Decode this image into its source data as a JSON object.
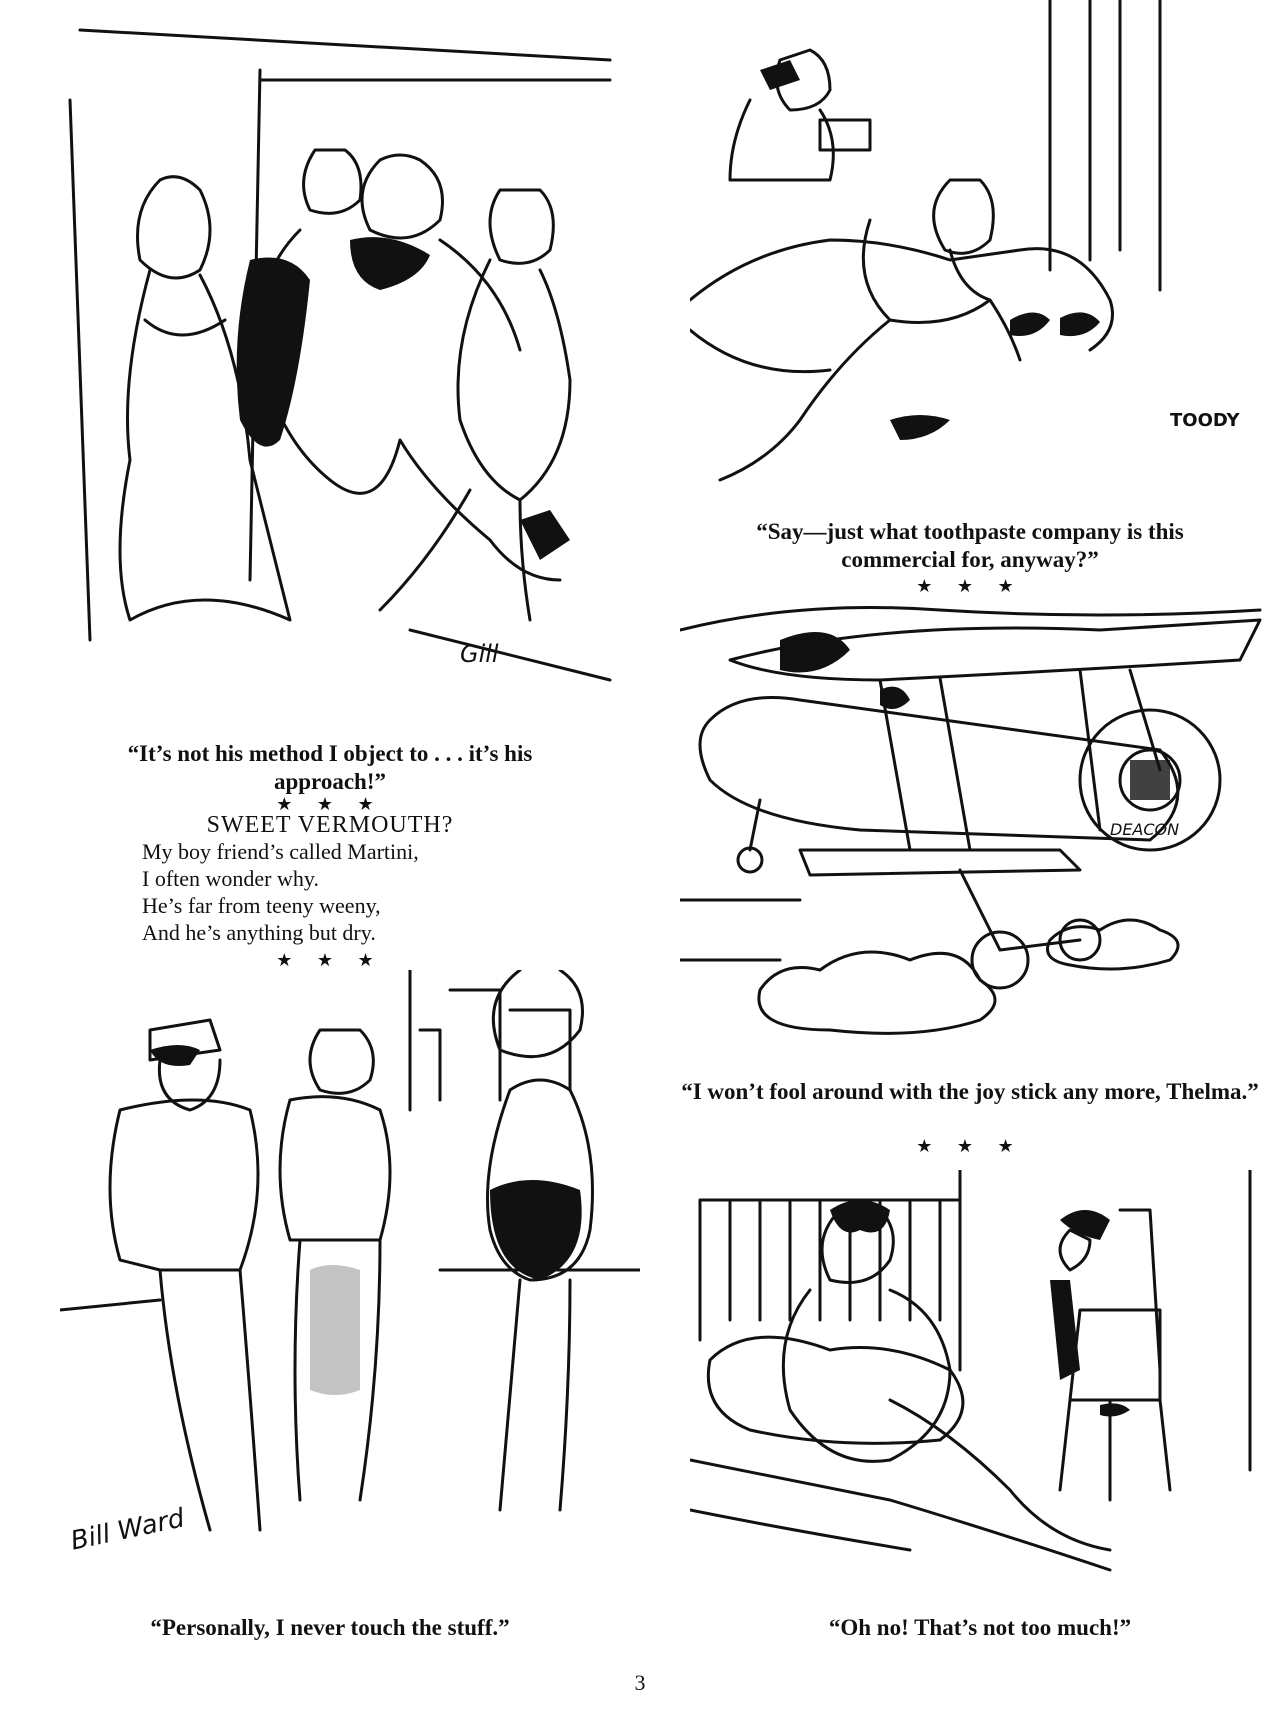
{
  "cartoons": [
    {
      "caption": "“It’s not his method I object to . . . it’s his approach!”",
      "signature": "Gill",
      "stars": "★ ★ ★"
    },
    {
      "caption": "“Say—just what toothpaste company is this commercial for, anyway?”",
      "signature": "TOODY",
      "stars": "★ ★ ★"
    },
    {
      "caption": "“I won’t fool around with the joy stick any more, Thelma.”",
      "signature": "DEACON",
      "stars": "★ ★ ★"
    },
    {
      "caption": "“Personally, I never touch the stuff.”",
      "signature": "Bill Ward"
    },
    {
      "caption": "“Oh no! That’s not too much!”"
    }
  ],
  "poem": {
    "title": "SWEET VERMOUTH?",
    "lines": [
      "My boy friend’s called Martini,",
      "I often wonder why.",
      "He’s far from teeny weeny,",
      "And he’s anything but dry."
    ],
    "stars": "★ ★ ★"
  },
  "page_number": "3"
}
